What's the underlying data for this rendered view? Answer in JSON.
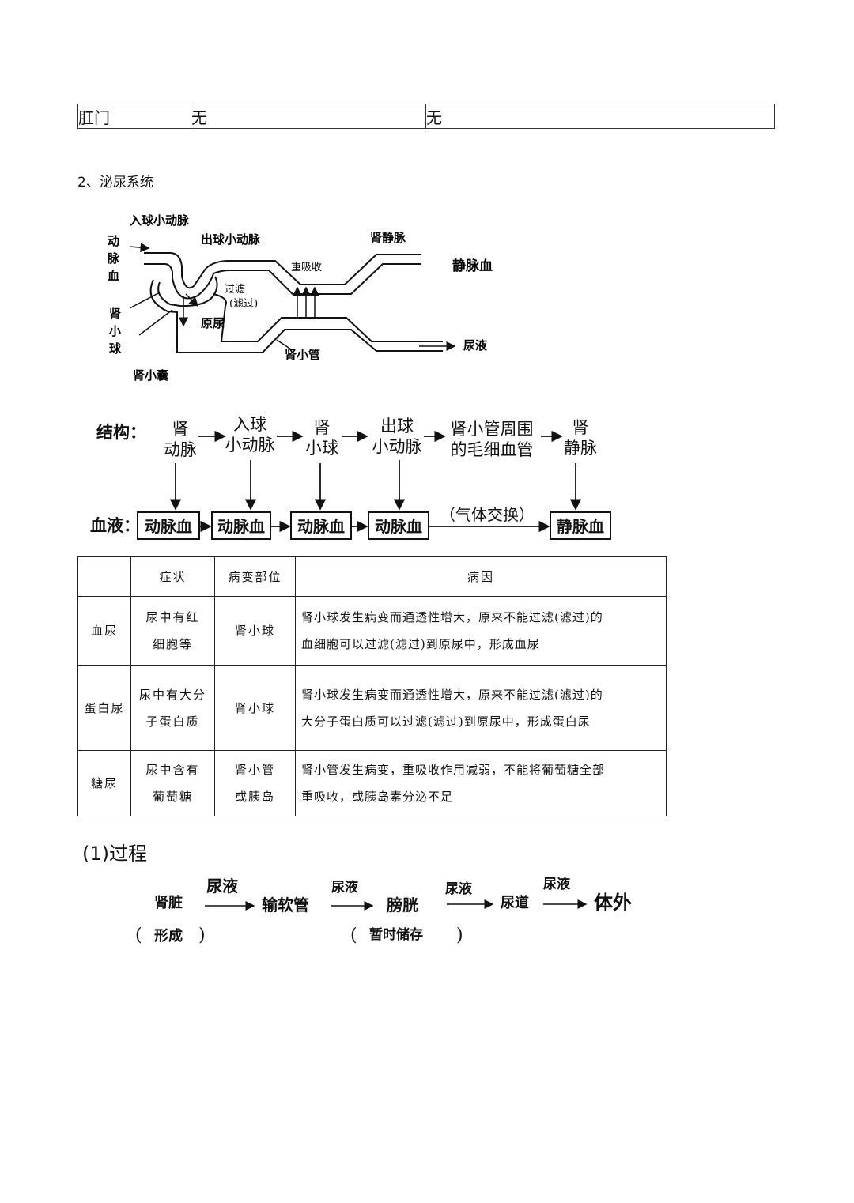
{
  "top_table": {
    "row": [
      "肛门",
      "无",
      "无"
    ]
  },
  "section_title": "2、泌尿系统",
  "kidney_diagram": {
    "labels": {
      "afferent": "入球小动脉",
      "efferent": "出球小动脉",
      "renal_vein": "肾静脉",
      "artery_blood": [
        "动",
        "脉",
        "血"
      ],
      "glomerulus": [
        "肾",
        "小",
        "球"
      ],
      "capsule": "肾小囊",
      "filtration": "过滤",
      "filtration_alt": "(滤过)",
      "primary_urine": "原尿",
      "reabsorption": "重吸收",
      "venous_blood": "静脉血",
      "tubule": "肾小管",
      "urine": "尿液"
    }
  },
  "structure_flow": {
    "struct_label": "结构：",
    "blood_label": "血液：",
    "nodes": [
      [
        "肾",
        "动脉"
      ],
      [
        "入球",
        "小动脉"
      ],
      [
        "肾",
        "小球"
      ],
      [
        "出球",
        "小动脉"
      ],
      [
        "肾小管周围",
        "的毛细血管"
      ],
      [
        "肾",
        "静脉"
      ]
    ],
    "blood": [
      "动脉血",
      "动脉血",
      "动脉血",
      "动脉血",
      "静脉血"
    ],
    "exchange": "（气体交换）"
  },
  "disease_table": {
    "headers": [
      "",
      "症状",
      "病变部位",
      "病因"
    ],
    "rows": [
      {
        "name": "血尿",
        "symptom": [
          "尿中有红",
          "细胞等"
        ],
        "site": [
          "肾小球"
        ],
        "cause": [
          "肾小球发生病变而通透性增大，原来不能过滤(滤过)的",
          "血细胞可以过滤(滤过)到原尿中，形成血尿"
        ]
      },
      {
        "name": "蛋白尿",
        "symptom": [
          "尿中有大分",
          "子蛋白质"
        ],
        "site": [
          "肾小球"
        ],
        "cause": [
          "肾小球发生病变而通透性增大，原来不能过滤(滤过)的",
          "大分子蛋白质可以过滤(滤过)到原尿中，形成蛋白尿"
        ]
      },
      {
        "name": "糖尿",
        "symptom": [
          "尿中含有",
          "葡萄糖"
        ],
        "site": [
          "肾小管",
          "或胰岛"
        ],
        "cause": [
          "肾小管发生病变，重吸收作用减弱，不能将葡萄糖全部",
          "重吸收，或胰岛素分泌不足"
        ]
      }
    ]
  },
  "process": {
    "title": "(1)过程",
    "kidney": "肾脏",
    "urine": "尿液",
    "ureter": "输软管",
    "bladder": "膀胱",
    "urethra": "尿道",
    "outside": "体外",
    "form": "形成",
    "store": "暂时储存",
    "paren_open": "(",
    "paren_close": ")"
  }
}
